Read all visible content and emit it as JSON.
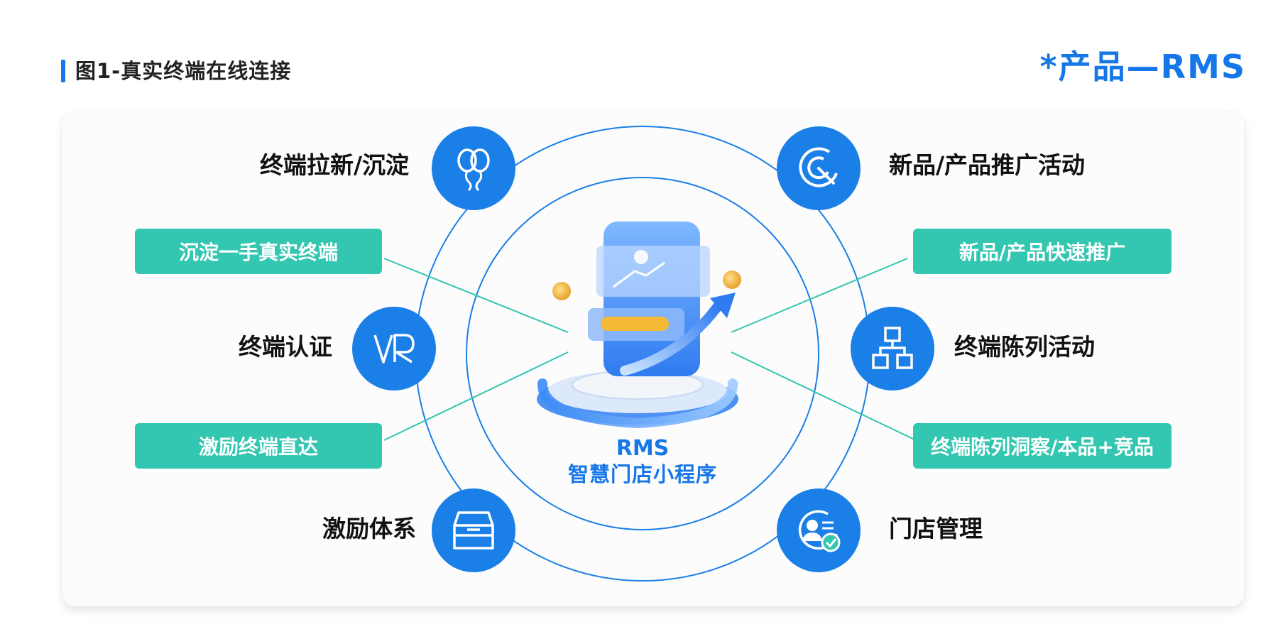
{
  "header": {
    "title": "图1-真实终端在线连接",
    "product_tag": "*产品—RMS"
  },
  "center": {
    "line1": "RMS",
    "line2": "智慧门店小程序"
  },
  "features": {
    "terminal_acquisition": "终端拉新/沉淀",
    "terminal_certification": "终端认证",
    "incentive_system": "激励体系",
    "new_product_promotion": "新品/产品推广活动",
    "terminal_display": "终端陈列活动",
    "store_management": "门店管理"
  },
  "benefits": {
    "first_hand_terminals": "沉淀一手真实终端",
    "incentive_direct": "激励终端直达",
    "fast_promotion": "新品/产品快速推广",
    "display_insight": "终端陈列洞察/本品+竞品"
  },
  "icons": {
    "terminal_acquisition": "balloons-icon",
    "terminal_certification": "vr-icon",
    "incentive_system": "box-icon",
    "new_product_promotion": "target-icon",
    "terminal_display": "hierarchy-icon",
    "store_management": "user-card-icon"
  },
  "colors": {
    "primary_blue": "#1677e8",
    "node_blue": "#1a7fe6",
    "teal": "#33c6b0",
    "text_dark": "#111111"
  }
}
